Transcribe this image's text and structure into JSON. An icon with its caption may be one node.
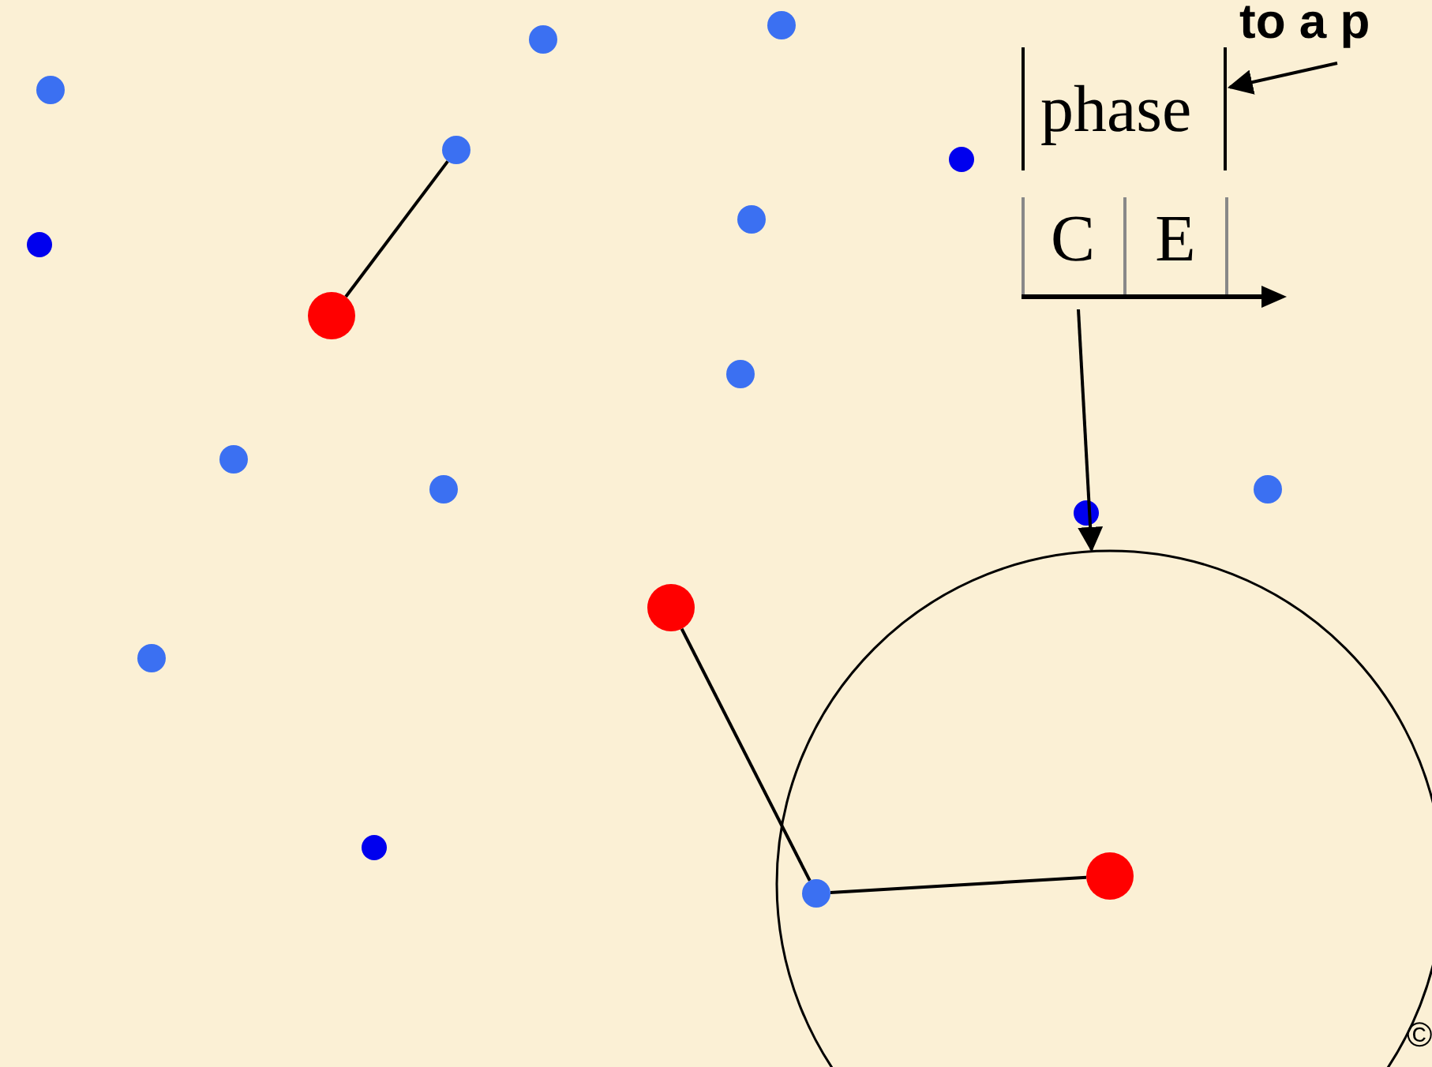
{
  "diagram": {
    "nodes": [
      {
        "text": [
          "to a p"
        ]
      },
      {
        "text": [
          "phase"
        ]
      },
      {
        "text": [
          "C",
          "E"
        ]
      },
      {
        "text": [],
        "shape": "circle"
      },
      {
        "text": [],
        "shape": "circle"
      },
      {
        "text": [],
        "shape": "circle"
      },
      {
        "text": [],
        "shape": "circle",
        "in": 8
      },
      {
        "text": [],
        "shape": "circle",
        "in": 8
      },
      {
        "text": [],
        "shape": "circle"
      }
    ],
    "edges": [
      {
        "from": 0,
        "to": 1,
        "arrow": "to"
      },
      {
        "from": 2,
        "to": 8,
        "arrow": "to"
      },
      {
        "from": 3,
        "to": 4,
        "arrow": "none"
      },
      {
        "from": 5,
        "to": 6,
        "arrow": "none"
      },
      {
        "from": 6,
        "to": 7,
        "arrow": "none"
      }
    ],
    "labels": [
      "©"
    ]
  }
}
